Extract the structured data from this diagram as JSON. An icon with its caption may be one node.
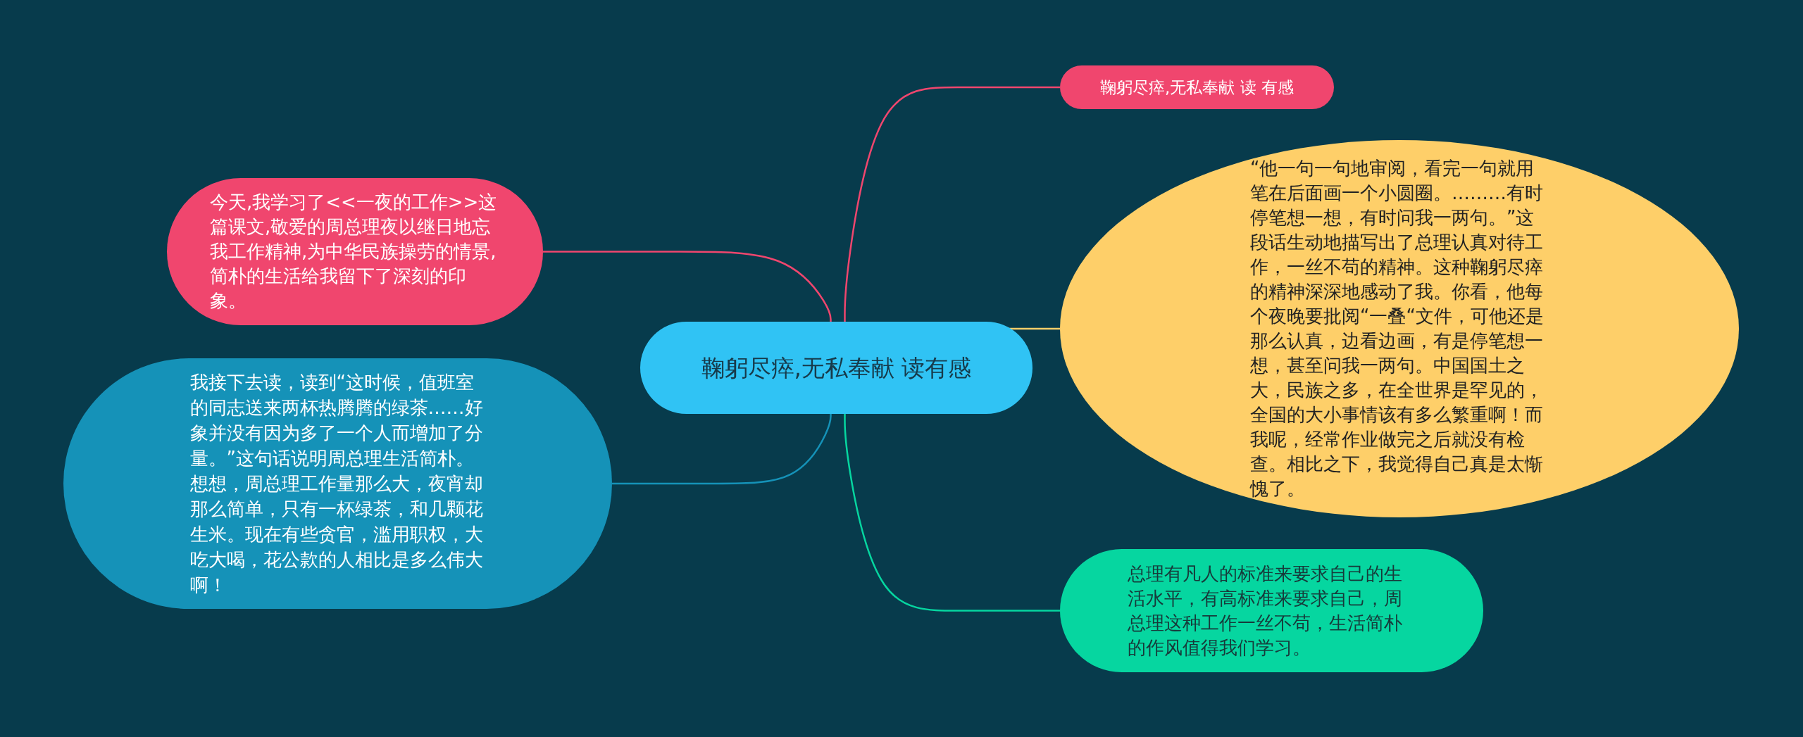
{
  "diagram": {
    "nodes": [
      {
        "text": [
          "鞠躬尽瘁,无私奉献 读有感"
        ]
      },
      {
        "text": [
          "鞠躬尽瘁,无私奉献 读 有感"
        ]
      },
      {
        "text": [
          "今天,我学习了<<一夜的工作>>这篇课文,敬爱的周总理夜以继日地忘我工作精神,为中华民族操劳的情景,简朴的生活给我留下了深刻的印象。"
        ]
      },
      {
        "text": [
          "“他一句一句地审阅，看完一句就用笔在后面画一个小圆圈。………有时停笔想一想，有时问我一两句。”这段话生动地描写出了总理认真对待工作，一丝不苟的精神。这种鞠躬尽瘁的精神深深地感动了我。你看，他每个夜晚要批阅“一叠“文件，可他还是那么认真，边看边画，有是停笔想一想，甚至问我一两句。中国国土之大，民族之多，在全世界是罕见的，全国的大小事情该有多么繁重啊！而我呢，经常作业做完之后就没有检查。相比之下，我觉得自己真是太惭愧了。"
        ]
      },
      {
        "text": [
          "我接下去读，读到“这时候，值班室的同志送来两杯热腾腾的绿茶……好象并没有因为多了一个人而增加了分量。”这句话说明周总理生活简朴。想想，周总理工作量那么大，夜宵却那么简单，只有一杯绿茶，和几颗花生米。现在有些贪官，滥用职权，大吃大喝，花公款的人相比是多么伟大啊！"
        ]
      },
      {
        "text": [
          "总理有凡人的标准来要求自己的生活水平，有高标准来要求自己，周总理这种工作一丝不苟，生活简朴的作风值得我们学习。"
        ]
      }
    ],
    "edges": [
      {
        "from": 0,
        "to": 1,
        "arrow": "none",
        "color": "#f0466e"
      },
      {
        "from": 0,
        "to": 2,
        "arrow": "none",
        "color": "#f0466e"
      },
      {
        "from": 0,
        "to": 3,
        "arrow": "none",
        "color": "#fecf69"
      },
      {
        "from": 0,
        "to": 4,
        "arrow": "none",
        "color": "#1592b8"
      },
      {
        "from": 0,
        "to": 5,
        "arrow": "none",
        "color": "#06d6a0"
      }
    ]
  }
}
